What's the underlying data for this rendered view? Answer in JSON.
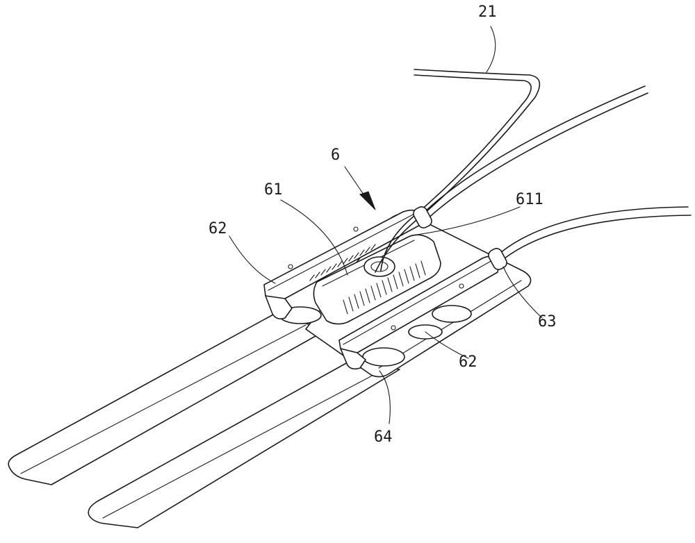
{
  "colors": {
    "line": "#1a1a1a",
    "background": "#ffffff"
  },
  "labels": {
    "l21": "21",
    "l6": "6",
    "l61": "61",
    "l611": "611",
    "l62a": "62",
    "l62b": "62",
    "l63": "63",
    "l64": "64"
  }
}
